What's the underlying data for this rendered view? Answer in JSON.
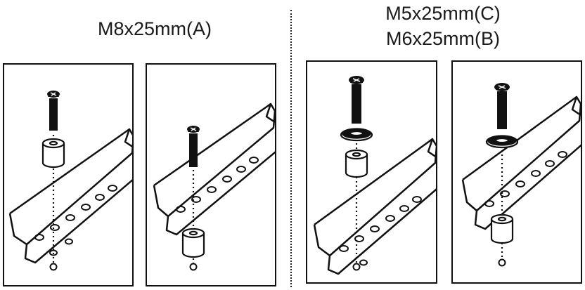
{
  "labels": {
    "left": "M8x25mm(A)",
    "right_top": "M5x25mm(C)",
    "right_bottom": "M6x25mm(B)"
  },
  "colors": {
    "ink": "#111111",
    "background": "#ffffff"
  },
  "icons": [
    "screw-icon",
    "washer-icon",
    "spacer-icon",
    "mounting-rail-icon"
  ]
}
